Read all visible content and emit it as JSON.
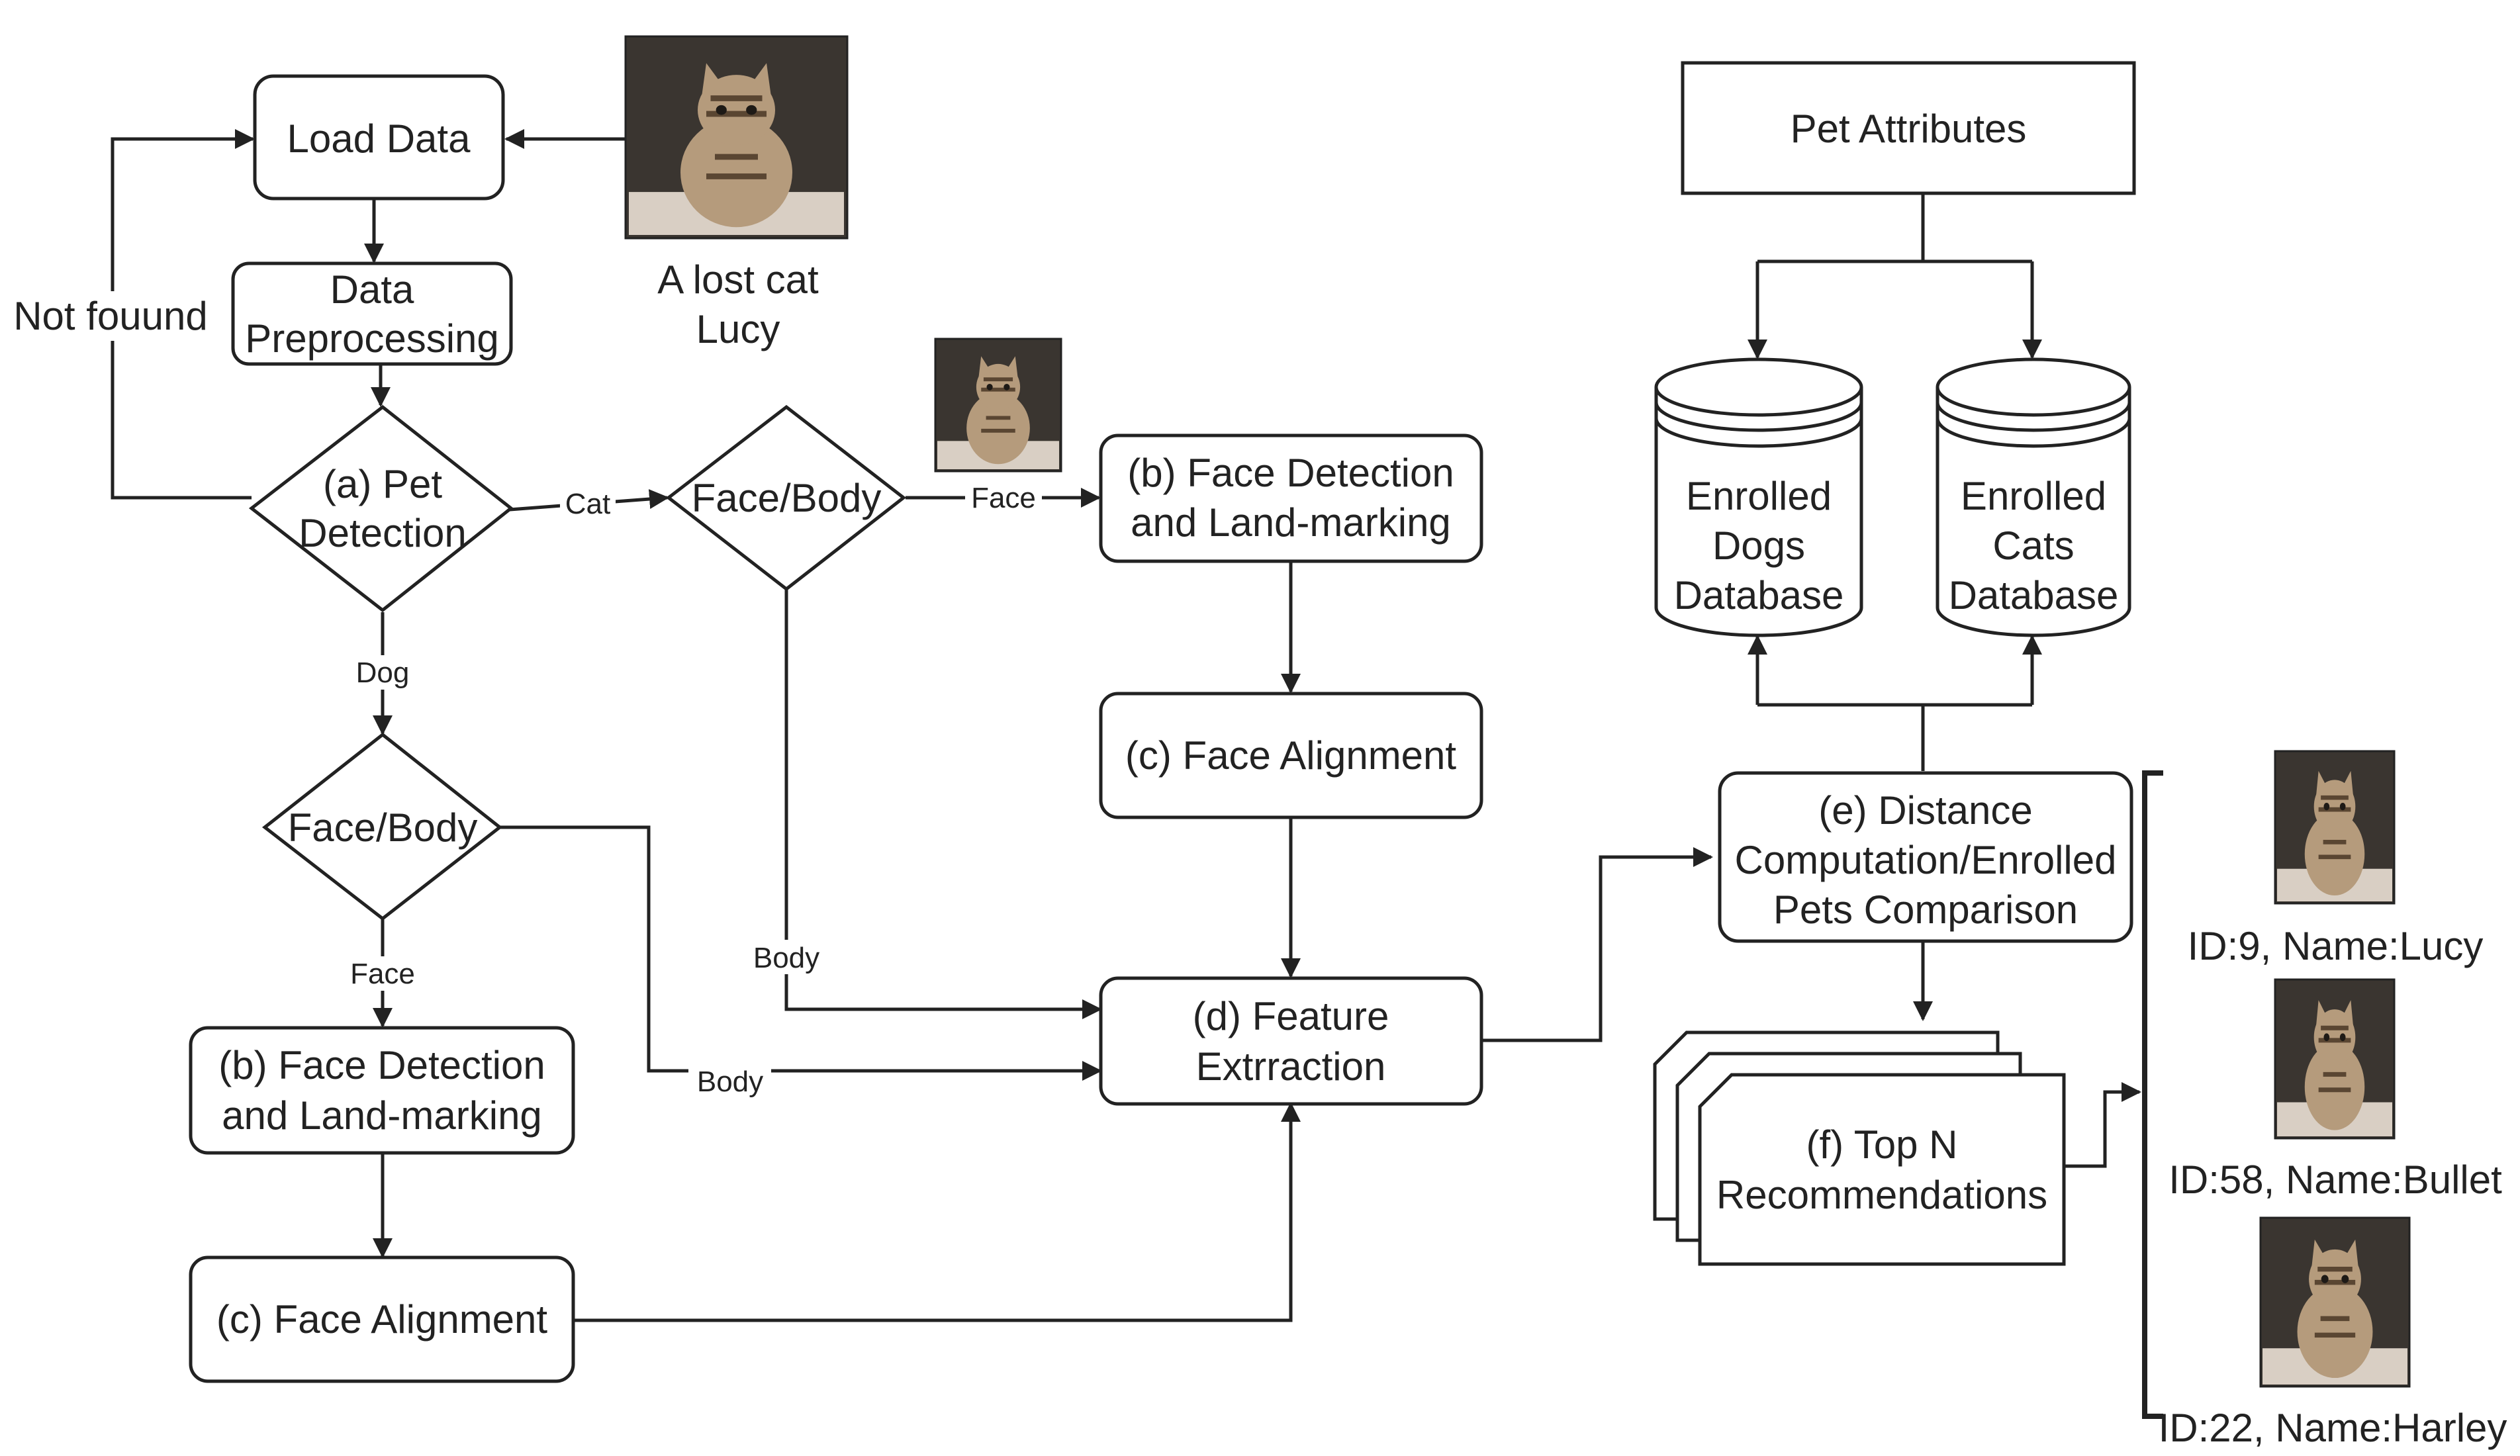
{
  "nodes": {
    "load_data": "Load Data",
    "preprocess": [
      "Data",
      "Preprocessing"
    ],
    "pet_detection": [
      "(a) Pet",
      "Detection"
    ],
    "face_body_cat": "Face/Body",
    "face_body_dog": "Face/Body",
    "face_detection_cat": [
      "(b) Face Detection",
      "and Land-marking"
    ],
    "face_alignment_cat": "(c) Face Alignment",
    "face_detection_dog": [
      "(b) Face Detection",
      "and Land-marking"
    ],
    "face_alignment_dog": "(c) Face Alignment",
    "feature_extraction": [
      "(d) Feature",
      "Extrraction"
    ],
    "pet_attributes": "Pet Attributes",
    "dogs_db": [
      "Enrolled",
      "Dogs",
      "Database"
    ],
    "cats_db": [
      "Enrolled",
      "Cats",
      "Database"
    ],
    "distance": [
      "(e) Distance",
      "Computation/Enrolled",
      "Pets Comparison"
    ],
    "top_n": [
      "(f) Top N",
      "Recommendations"
    ]
  },
  "edges": {
    "not_found": "Not fouund",
    "cat": "Cat",
    "dog": "Dog",
    "face_cat": "Face",
    "body_cat": "Body",
    "face_dog": "Face",
    "body_dog": "Body"
  },
  "photos": {
    "input_caption": [
      "A lost cat",
      "Lucy"
    ],
    "results": [
      {
        "caption": "ID:9, Name:Lucy"
      },
      {
        "caption": "ID:58, Name:Bullet"
      },
      {
        "caption": "ID:22, Name:Harley"
      }
    ]
  },
  "colors": {
    "stroke": "#222222",
    "fur_light": "#b59b7c",
    "fur_dark": "#5a4632",
    "background_dark": "#3a3530",
    "background_light": "#d9cfc4"
  },
  "icons": [
    "cat-photo-icon"
  ]
}
